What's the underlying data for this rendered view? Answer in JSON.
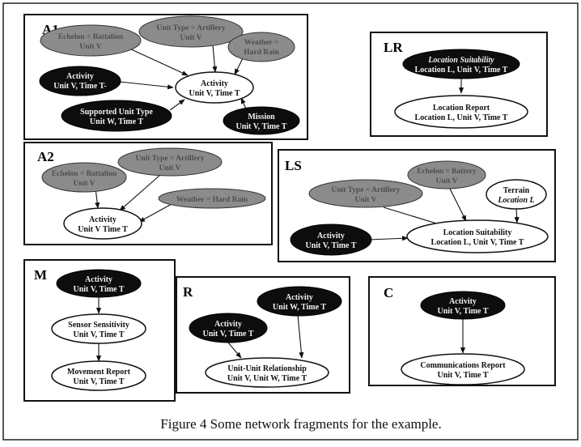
{
  "caption": "Figure 4 Some network fragments for the example.",
  "fragments": {
    "A1": {
      "label": "A1",
      "nodes": {
        "echelon": [
          "Echelon = Battalion",
          "Unit V"
        ],
        "unittype": [
          "Unit Type = Artillery",
          "Unit V"
        ],
        "weather": [
          "Weather =",
          "Hard Rain"
        ],
        "activity_prev": [
          "Activity",
          "Unit V, Time T-"
        ],
        "activity": [
          "Activity",
          "Unit V, Time T"
        ],
        "supported": [
          "Supported Unit Type",
          "Unit W, Time T"
        ],
        "mission": [
          "Mission",
          "Unit V, Time T"
        ]
      }
    },
    "A2": {
      "label": "A2",
      "nodes": {
        "unittype": [
          "Unit Type = Artillery",
          "Unit V"
        ],
        "echelon": [
          "Echelon = Battalion",
          "Unit V"
        ],
        "weather": [
          "Weather = Hard Rain"
        ],
        "activity": [
          "Activity",
          "Unit V Time T"
        ]
      }
    },
    "LR": {
      "label": "LR",
      "nodes": {
        "suit": [
          "Location Suitability",
          "Location L, Unit V, Time T"
        ],
        "report": [
          "Location Report",
          "Location L, Unit V, Time T"
        ]
      }
    },
    "LS": {
      "label": "LS",
      "nodes": {
        "unittype": [
          "Unit Type = Artillery",
          "Unit V"
        ],
        "echelon": [
          "Echelon = Battery",
          "Unit V"
        ],
        "terrain": [
          "Terrain",
          "Location L"
        ],
        "activity": [
          "Activity",
          "Unit V, Time T"
        ],
        "suit": [
          "Location Suitability",
          "Location L, Unit V, Time T"
        ]
      }
    },
    "M": {
      "label": "M",
      "nodes": {
        "activity": [
          "Activity",
          "Unit V, Time T"
        ],
        "sensor": [
          "Sensor Sensitivity",
          "Unit V, Time T"
        ],
        "movement": [
          "Movement Report",
          "Unit V, Time T"
        ]
      }
    },
    "R": {
      "label": "R",
      "nodes": {
        "activity_w": [
          "Activity",
          "Unit W, Time T"
        ],
        "activity_v": [
          "Activity",
          "Unit V, Time T"
        ],
        "rel": [
          "Unit-Unit Relationship",
          "Unit V, Unit W, Time T"
        ]
      }
    },
    "C": {
      "label": "C",
      "nodes": {
        "activity": [
          "Activity",
          "Unit V, Time T"
        ],
        "report": [
          "Communications Report",
          "Unit V, Time T"
        ]
      }
    }
  },
  "colors": {
    "resident": "#ffffff",
    "input": "#0d0d0d",
    "context": "#7a7a7a"
  }
}
